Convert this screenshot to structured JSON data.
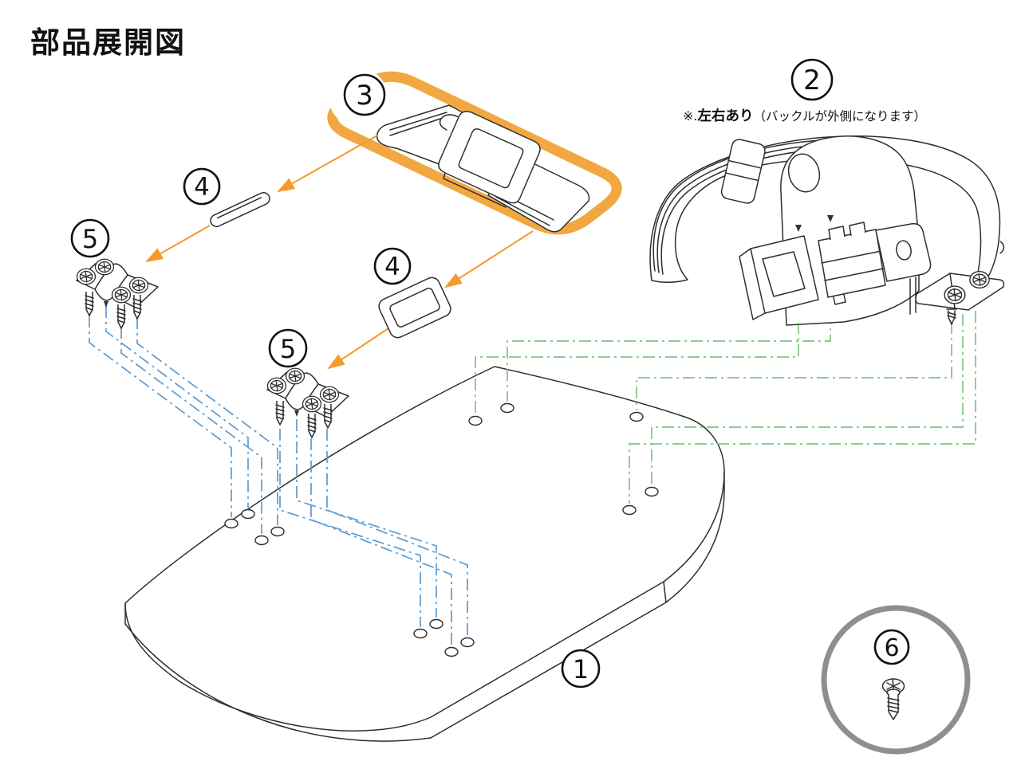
{
  "title": "部品展開図",
  "note": {
    "prefix": "※.",
    "bold": "左右あり",
    "suffix": "（バックルが外側になります）"
  },
  "callouts": {
    "part1": "1",
    "part2": "2",
    "part3": "3",
    "part4": "4",
    "part5": "5",
    "part6": "6"
  },
  "colors": {
    "frame_orange": "#F2A740",
    "arrow_orange": "#F6992B",
    "guide_blue": "#5B9BD1",
    "guide_green": "#7AC77E",
    "ring_gray": "#8F8F8F",
    "ink": "#2E2E2E"
  }
}
